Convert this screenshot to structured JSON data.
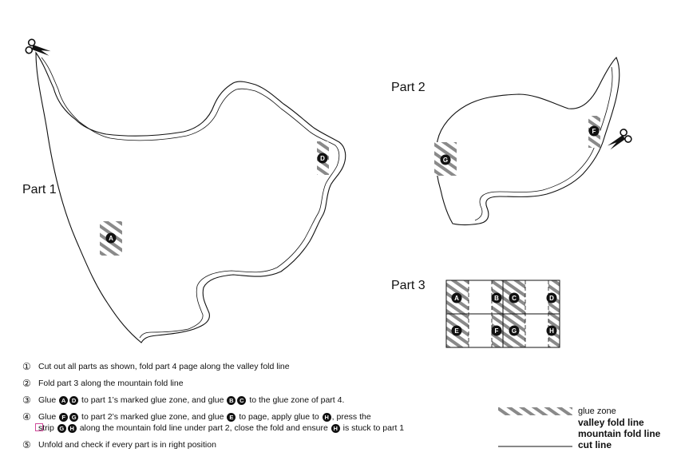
{
  "parts": {
    "part1": "Part 1",
    "part2": "Part 2",
    "part3": "Part 3"
  },
  "glue_markers": [
    "A",
    "B",
    "C",
    "D",
    "E",
    "F",
    "G",
    "H"
  ],
  "instructions": {
    "step1": {
      "num": "①",
      "text": "Cut out all parts as shown, fold part 4 page along the valley fold line"
    },
    "step2": {
      "num": "②",
      "text": "Fold part 3 along the mountain fold line"
    },
    "step3": {
      "num": "③",
      "a": "Glue",
      "b": "to part 1’s marked glue zone, and glue",
      "c": "to the glue zone of part 4."
    },
    "step4": {
      "num": "④",
      "a": "Glue",
      "b": "to part 2’s marked glue zone, and glue",
      "c": "to page, apply glue to",
      "d": ", press the",
      "e": "strip",
      "f": "along the mountain fold line under part 2,  close the fold and ensure",
      "g": "is stuck to part 1"
    },
    "step5": {
      "num": "⑤",
      "text": "Unfold and check if every part is in right position"
    }
  },
  "legend": {
    "glue": "glue zone",
    "valley": "valley fold line",
    "mountain": "mountain fold line",
    "cut": "cut line"
  },
  "colors": {
    "line": "#111111",
    "hatch": "#8a8a8a",
    "marker": "#d04a9a"
  }
}
